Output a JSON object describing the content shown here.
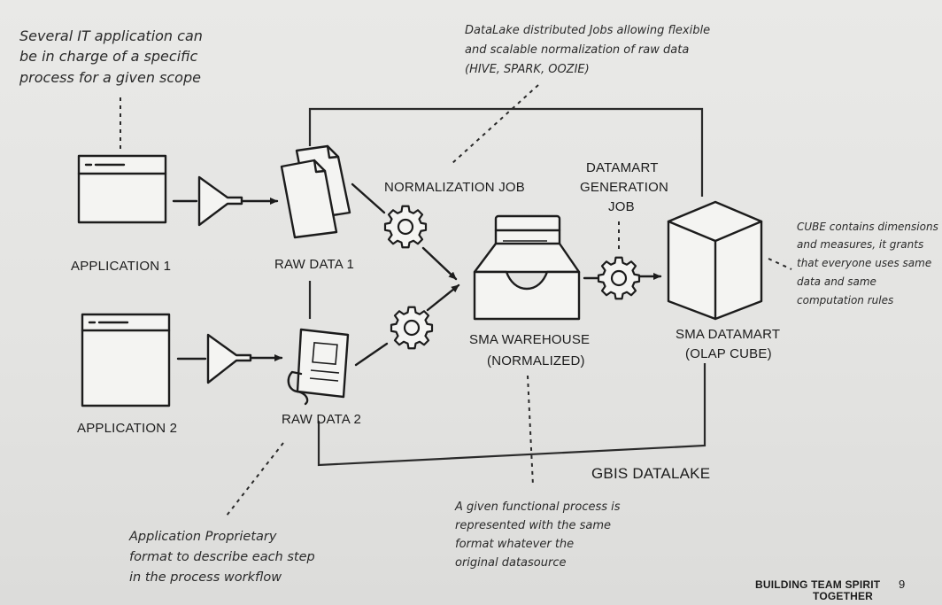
{
  "nodes": {
    "app1": "APPLICATION 1",
    "app2": "APPLICATION 2",
    "raw1": "RAW DATA 1",
    "raw2": "RAW DATA 2",
    "normalization_job": "NORMALIZATION JOB",
    "datamart_job": [
      "DATAMART",
      "GENERATION",
      "JOB"
    ],
    "warehouse": [
      "SMA WAREHOUSE",
      "(NORMALIZED)"
    ],
    "datamart": [
      "SMA DATAMART",
      "(OLAP CUBE)"
    ],
    "datalake": "GBIS DATALAKE"
  },
  "notes": {
    "it_apps": [
      "Several IT application can",
      "be in charge of a specific",
      "process for a given scope"
    ],
    "datalake_jobs": [
      "DataLake distributed Jobs allowing flexible",
      "and scalable normalization of raw data",
      "(HIVE, SPARK, OOZIE)"
    ],
    "cube": [
      "CUBE contains dimensions",
      "and measures, it grants",
      "that everyone uses same",
      "data and same",
      "computation rules"
    ],
    "proprietary": [
      "Application Proprietary",
      "format to describe each step",
      "in the process workflow"
    ],
    "functional": [
      "A given functional process is",
      "represented with the same",
      "format whatever the",
      "original datasource"
    ]
  },
  "footer": {
    "tagline": [
      "BUILDING TEAM SPIRIT",
      "TOGETHER"
    ],
    "page_number": "9"
  }
}
